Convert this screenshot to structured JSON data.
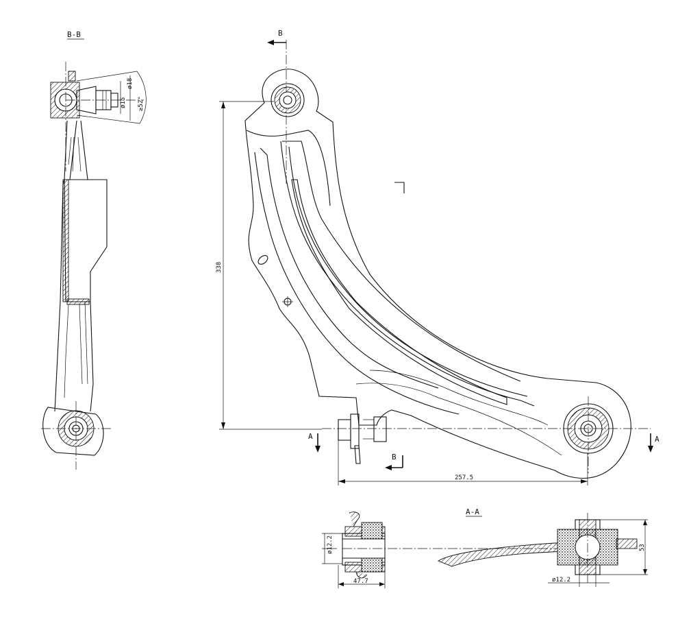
{
  "labels": {
    "section_bb": "B-B",
    "section_aa": "A-A",
    "cut_b_top": "B",
    "cut_b_bottom": "B",
    "cut_a_left": "A",
    "cut_a_right": "A"
  },
  "dimensions": {
    "height": "338",
    "width": "257.5",
    "bb_d18": "ø18",
    "bb_d15": "ø15",
    "bb_angle": "≥52°",
    "aa_d122_left": "ø12.2",
    "aa_width_477": "47.7",
    "aa_d122_right": "ø12.2",
    "aa_height_53": "53"
  }
}
